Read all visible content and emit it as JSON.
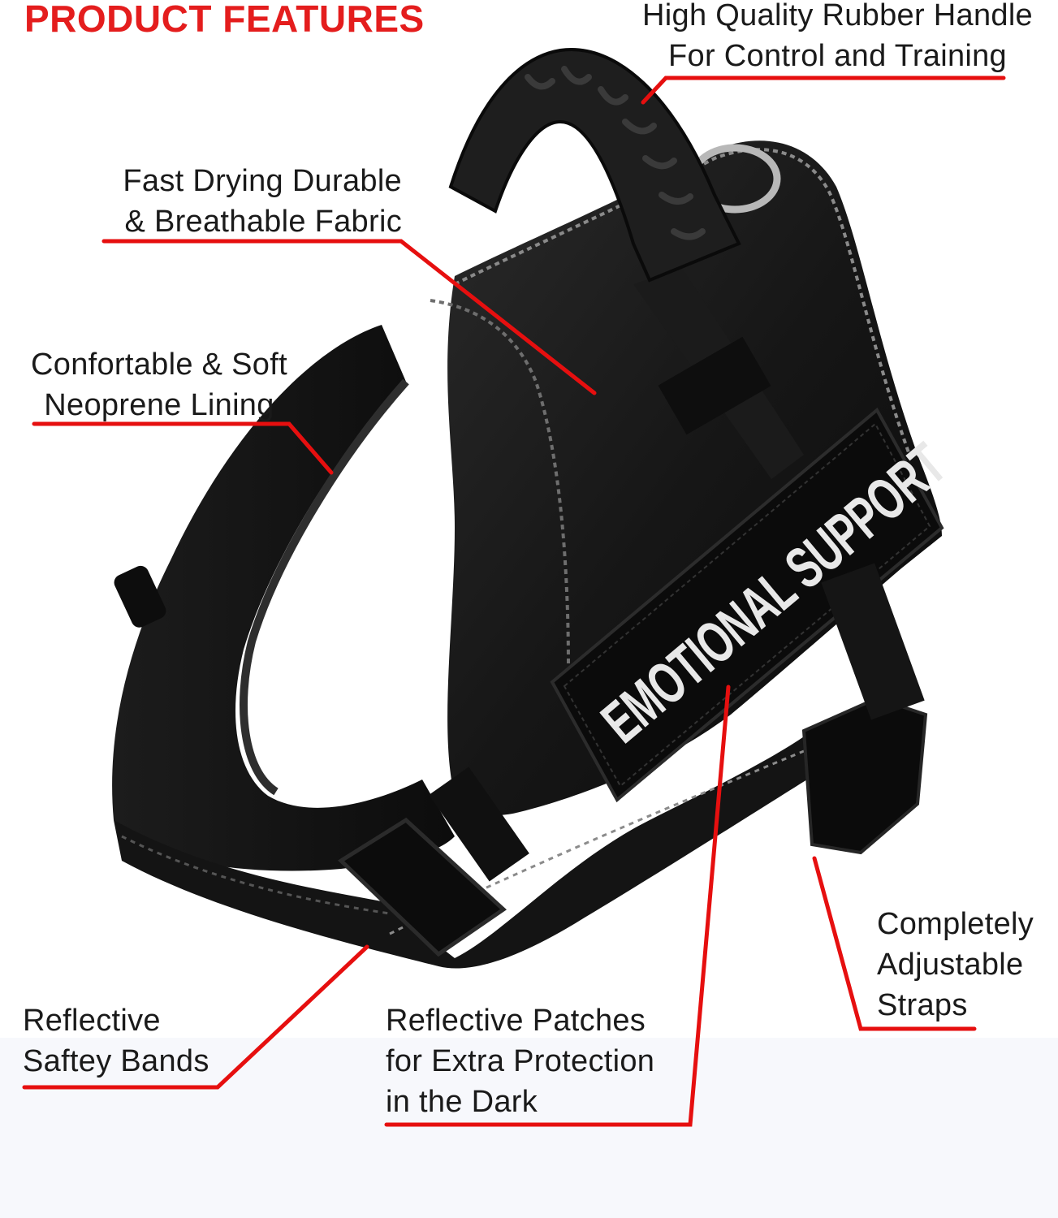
{
  "heading": {
    "text": "PRODUCT FEATURES",
    "color": "#e41d1d"
  },
  "features": {
    "handle": {
      "lines": [
        "High Quality Rubber Handle",
        "For Control and Training"
      ]
    },
    "fabric": {
      "lines": [
        "Fast Drying Durable",
        "& Breathable Fabric"
      ]
    },
    "lining": {
      "lines": [
        "Confortable & Soft",
        "Neoprene Lining"
      ]
    },
    "bands": {
      "lines": [
        "Reflective",
        "Saftey Bands"
      ]
    },
    "patches": {
      "lines": [
        "Reflective Patches",
        "for Extra Protection",
        "in the Dark"
      ]
    },
    "straps": {
      "lines": [
        "Completely",
        "Adjustable",
        "Straps"
      ]
    }
  },
  "product": {
    "patch_label": "EMOTIONAL SUPPORT"
  },
  "colors": {
    "callout_line": "#e60f0f",
    "harness": "#141414",
    "patch_text": "#e8e8e8"
  }
}
